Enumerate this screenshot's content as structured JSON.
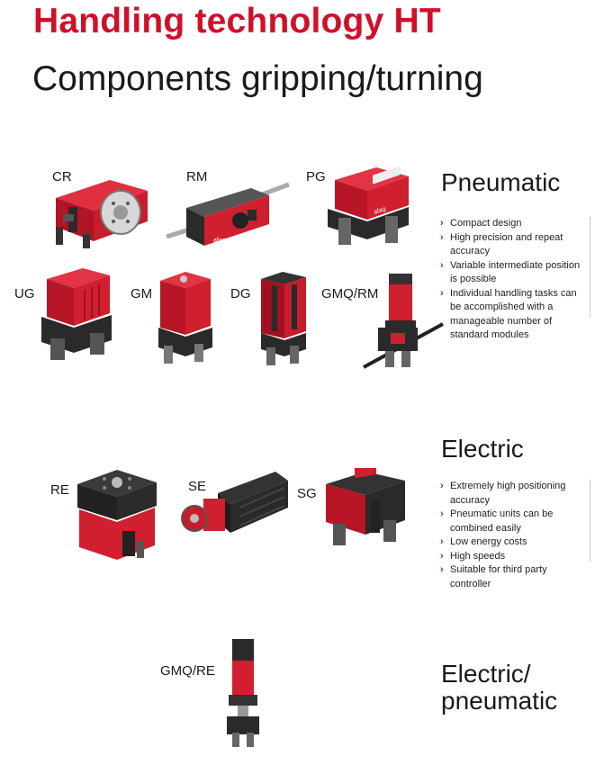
{
  "header": {
    "title": "Handling technology HT",
    "subtitle": "Components gripping/turning"
  },
  "sections": {
    "pneumatic": {
      "heading": "Pneumatic",
      "features": [
        "Compact design",
        "High precision and repeat accuracy",
        "Variable intermediate position is possible",
        "Individual handling tasks can be accomplished with a manageable number of standard modules"
      ]
    },
    "electric": {
      "heading": "Electric",
      "features": [
        "Extremely high positioning accuracy",
        "Pneumatic units can be combined easily",
        "Low energy costs",
        "High speeds",
        "Suitable for third party controller"
      ]
    },
    "electric_pneumatic": {
      "heading_line1": "Electric/",
      "heading_line2": "pneumatic"
    }
  },
  "products": {
    "cr": "CR",
    "rm": "RM",
    "pg": "PG",
    "ug": "UG",
    "gm": "GM",
    "dg": "DG",
    "gmq_rm": "GMQ/RM",
    "re": "RE",
    "se": "SE",
    "sg": "SG",
    "gmq_re": "GMQ/RE"
  },
  "brand": "afag",
  "colors": {
    "accent": "#d0102a",
    "body_red": "#d01f2e",
    "dark": "#2a2a2a"
  }
}
